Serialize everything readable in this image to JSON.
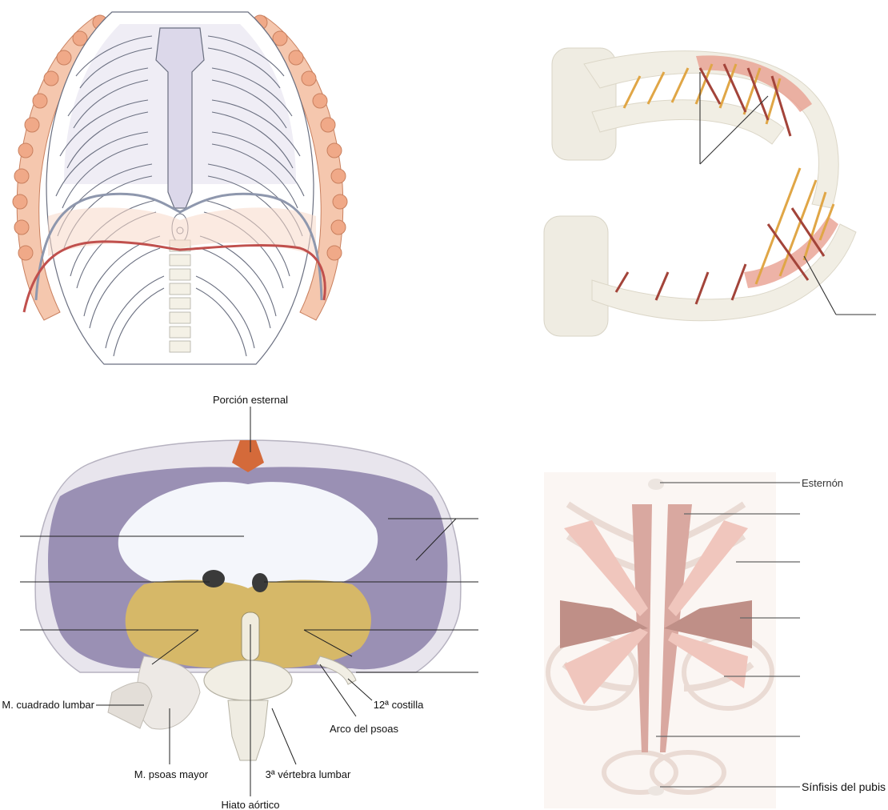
{
  "panels": {
    "thorax": {
      "labels": []
    },
    "intercostals": {
      "labels": []
    },
    "diaphragm": {
      "labels": {
        "porcion_esternal": "Porción esternal",
        "cuadrado_lumbar": "M. cuadrado lumbar",
        "psoas_mayor": "M. psoas mayor",
        "hiato_aortico": "Hiato aórtico",
        "vertebra_lumbar": "3ª vértebra lumbar",
        "arco_psoas": "Arco del psoas",
        "costilla_12": "12ª costilla"
      }
    },
    "abdominal": {
      "labels": {
        "esternon": "Esternón",
        "sinfisis": "Sínfisis del pubis"
      }
    }
  },
  "colors": {
    "rib_outline": "#6a6f80",
    "sternum_fill": "#dcd8ea",
    "costal_orange": "#f2b99a",
    "diaphragm_line": "#c0504d",
    "diaphragm_gray": "#8e97ad",
    "intercostal_red": "#a3443a",
    "intercostal_gold": "#e0a646",
    "tendon_white": "#f4f6fb",
    "muscle_purple": "#9a90b4",
    "crus_gold": "#d6b868",
    "abdominal_pink": "#d9a8a0"
  }
}
